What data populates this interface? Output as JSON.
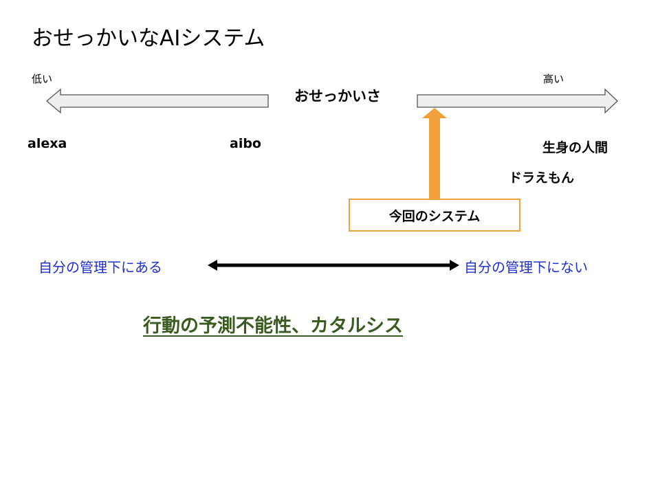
{
  "title": "おせっかいなAIシステム",
  "scale": {
    "label": "おせっかいさ",
    "low": "低い",
    "high": "高い"
  },
  "items": {
    "alexa": "alexa",
    "aibo": "aibo",
    "human": "生身の人間",
    "doraemon": "ドラえもん"
  },
  "system_box": "今回のシステム",
  "control": {
    "left": "自分の管理下にある",
    "right": "自分の管理下にない"
  },
  "keywords": "行動の予測不能性、カタルシス",
  "colors": {
    "system_arrow": "#f0a13a",
    "control_text": "#1f2fd0",
    "keywords": "#3a5b1f"
  }
}
